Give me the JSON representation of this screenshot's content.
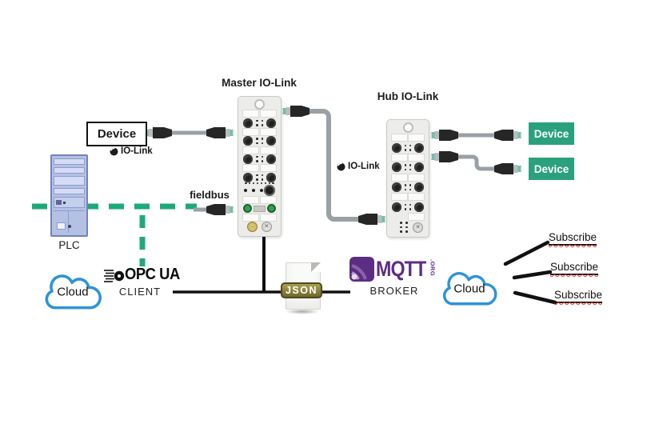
{
  "labels": {
    "plc": "PLC",
    "device_left": "Device",
    "master_title": "Master IO-Link",
    "hub_title": "Hub IO-Link",
    "fieldbus": "fieldbus",
    "io_link_left": "IO-Link",
    "io_link_mid": "IO-Link",
    "device_right_1": "Device",
    "device_right_2": "Device",
    "cloud_left": "Cloud",
    "cloud_right": "Cloud",
    "opc_ua_logo": "OPC UA",
    "opc_role": "CLIENT",
    "json_badge": "JSON",
    "mqtt_logo": "MQTT",
    "mqtt_org": ".ORG",
    "mqtt_role": "BROKER",
    "subscribe_1": "Subscribe",
    "subscribe_2": "Subscribe",
    "subscribe_3": "Subscribe"
  },
  "colors": {
    "green_accent": "#2aa17c",
    "green_dash": "#1ea97b",
    "cloud_blue": "#2e93d8",
    "mqtt_purple": "#5c2d82",
    "json_olive": "#8f8a3d",
    "cable_grey": "#99a1a5",
    "connector_teal": "#6fbfae",
    "plc_blue": "#b4c1e3",
    "line_black": "#111111"
  }
}
